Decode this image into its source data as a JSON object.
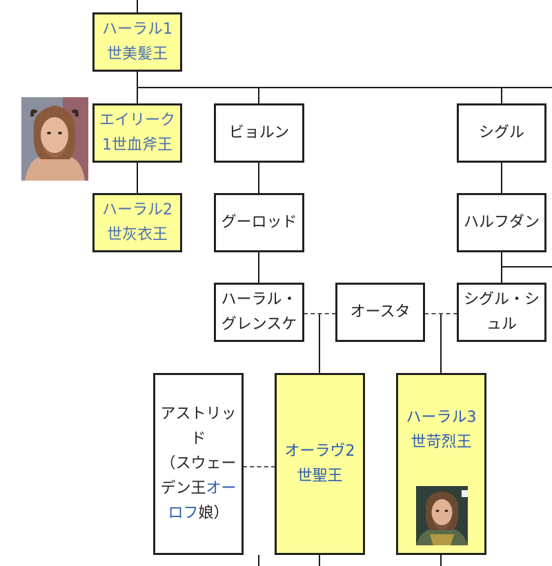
{
  "nodes": {
    "harald1": {
      "line1": "ハーラル1",
      "line2": "世美髪王"
    },
    "eirik": {
      "line1": "エイリーク",
      "line2": "1世血斧王"
    },
    "harald2": {
      "line1": "ハーラル2",
      "line2": "世灰衣王"
    },
    "bjorn": {
      "text": "ビョルン"
    },
    "sigurd": {
      "text": "シグル"
    },
    "gudrod": {
      "text": "グーロッド"
    },
    "halfdan": {
      "text": "ハルフダン"
    },
    "harald_grenske": {
      "line1": "ハーラル・",
      "line2": "グレンスケ"
    },
    "asta": {
      "text": "オースタ"
    },
    "sigurd_syr": {
      "line1": "シグル・シ",
      "line2": "ュル"
    },
    "astrid": {
      "line1": "アストリッ",
      "line2": "ド",
      "line3": "（スウェー",
      "line4_plain": "デン王",
      "line4_link": "オー",
      "line5_link": "ロフ",
      "line5_plain": "娘）"
    },
    "olav2": {
      "line1": "オーラヴ2",
      "line2": "世聖王"
    },
    "harald3": {
      "line1": "ハーラル3",
      "line2": "世苛烈王"
    }
  },
  "colors": {
    "highlight_fill": "#ffff99",
    "link_text": "#4a6fb0",
    "border": "#222222"
  },
  "portraits": {
    "eirik": "eirik-portrait-image",
    "harald3": "harald3-portrait-image"
  }
}
